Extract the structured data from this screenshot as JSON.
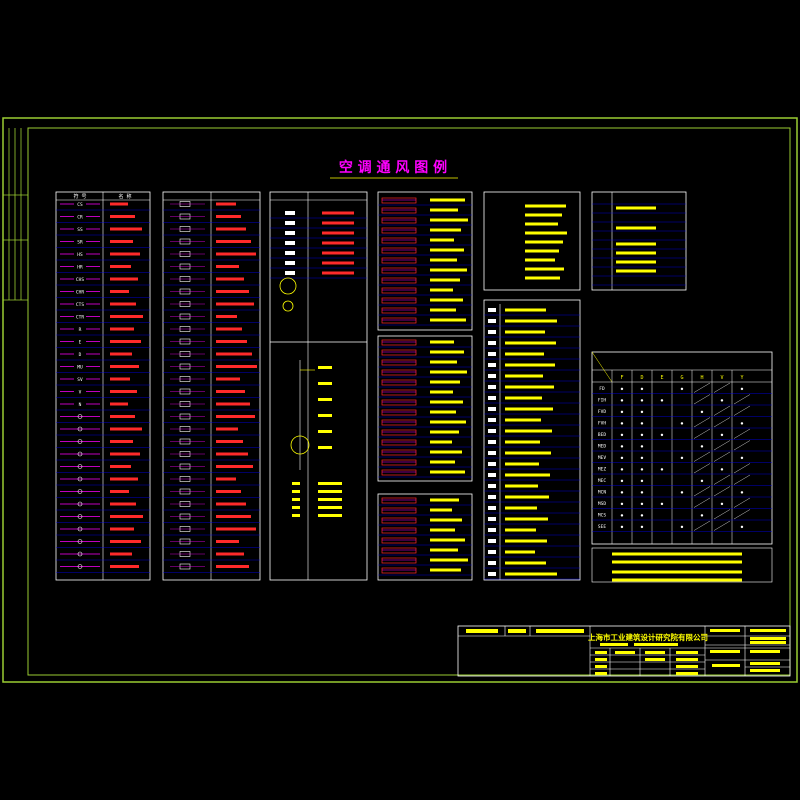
{
  "drawing": {
    "title": "空 调 通 风 图 例",
    "institute": "上海市工业建筑设计研究院有限公司",
    "colors": {
      "background": "#000000",
      "frame": "#9acd32",
      "text_white": "#ffffff",
      "symbol_magenta": "#ff00ff",
      "label_yellow": "#ffff00",
      "symbol_red": "#ff2a2a",
      "title_cyan": "#00ffff",
      "table_blue": "#0000ff"
    }
  },
  "col1": {
    "header": [
      "符 号",
      "名 称"
    ],
    "rows": [
      "CS",
      "CR",
      "SS",
      "SR",
      "HS",
      "HR",
      "CHS",
      "CHR",
      "CTS",
      "CTR",
      "R",
      "E",
      "D",
      "MU",
      "SV",
      "V",
      "N"
    ]
  },
  "col6": {
    "matrix_header": [
      "F",
      "D",
      "E",
      "G",
      "H",
      "V",
      "Y"
    ],
    "matrix_rows": [
      "FD",
      "FIH",
      "FVD",
      "FVH",
      "BED",
      "MED",
      "MEV",
      "MEZ",
      "MEC",
      "MCN",
      "MSD",
      "MCS",
      "SEE"
    ]
  }
}
